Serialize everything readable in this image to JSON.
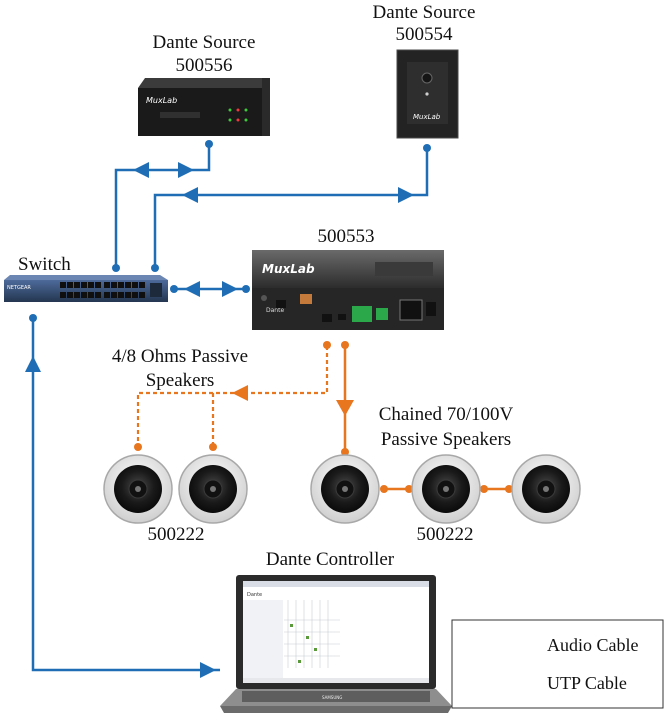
{
  "labels": {
    "dante_source_1_title": "Dante Source",
    "dante_source_1_model": "500556",
    "dante_source_2_title": "Dante Source",
    "dante_source_2_model": "500554",
    "switch": "Switch",
    "amplifier_model": "500553",
    "passive_speakers_line1": "4/8 Ohms Passive",
    "passive_speakers_line2": "Speakers",
    "chained_speakers_line1": "Chained 70/100V",
    "chained_speakers_line2": "Passive Speakers",
    "speaker_model_left": "500222",
    "speaker_model_right": "500222",
    "controller": "Dante Controller"
  },
  "device_text": {
    "muxlab_logo": "MuxLab",
    "netgear_logo": "NETGEAR",
    "dante_logo": "Dante",
    "laptop_brand": "SAMSUNG"
  },
  "legend": {
    "audio_label": "Audio Cable",
    "utp_label": "UTP Cable"
  },
  "colors": {
    "audio": "#e8761f",
    "utp": "#1f6eb5",
    "device_dark": "#1e1e1e"
  }
}
